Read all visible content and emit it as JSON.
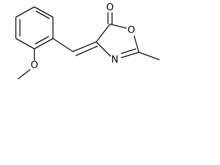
{
  "structure": {
    "atoms": {
      "carbonyl_oxygen": "O",
      "ring_oxygen": "O",
      "ring_nitrogen": "N",
      "methoxy_oxygen": "O"
    }
  }
}
